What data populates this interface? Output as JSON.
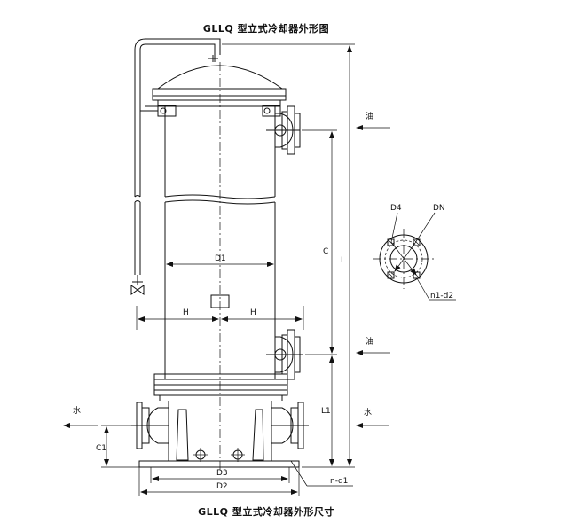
{
  "title_top": "GLLQ 型立式冷却器外形图",
  "title_bottom": "GLLQ 型立式冷却器外形尺寸",
  "labels": {
    "oil_in": "油",
    "oil_out": "油",
    "water_left": "水",
    "water_right": "水",
    "D1": "D1",
    "D2": "D2",
    "D3": "D3",
    "H_left": "H",
    "H_right": "H",
    "C": "C",
    "L": "L",
    "L1": "L1",
    "C1": "C1",
    "n_d1": "n-d1",
    "D4": "D4",
    "DN": "DN",
    "n1_d2": "n1-d2"
  }
}
